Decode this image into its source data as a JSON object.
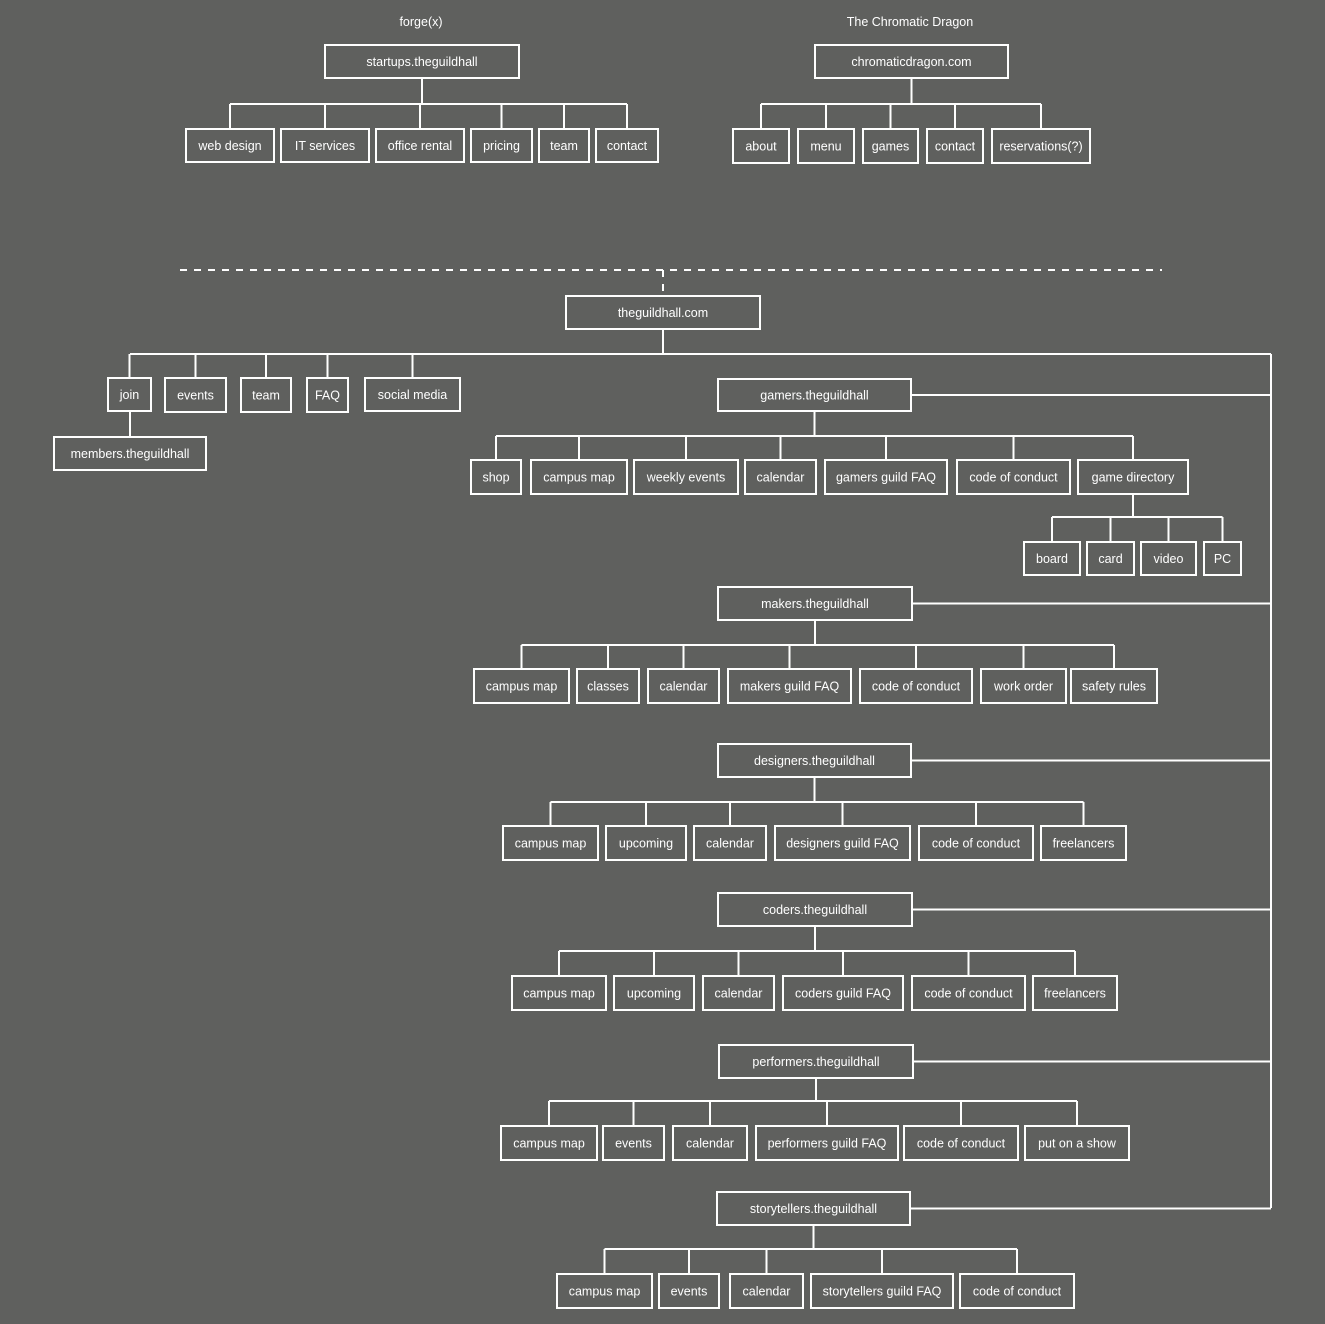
{
  "colors": {
    "background": "#5f605e",
    "line": "#ffffff",
    "text": "#ffffff"
  },
  "top_sites": [
    {
      "title": "forge(x)",
      "root": "startups.theguildhall",
      "children": [
        "web design",
        "IT services",
        "office rental",
        "pricing",
        "team",
        "contact"
      ]
    },
    {
      "title": "The Chromatic Dragon",
      "root": "chromaticdragon.com",
      "children": [
        "about",
        "menu",
        "games",
        "contact",
        "reservations(?)"
      ]
    }
  ],
  "main_site": {
    "root": "theguildhall.com",
    "pages": [
      "join",
      "events",
      "team",
      "FAQ",
      "social media"
    ],
    "join_child": "members.theguildhall",
    "subdomains": [
      {
        "name": "gamers.theguildhall",
        "children": [
          "shop",
          "campus map",
          "weekly events",
          "calendar",
          "gamers guild FAQ",
          "code of conduct",
          "game directory"
        ],
        "game_directory_children": [
          "board",
          "card",
          "video",
          "PC"
        ]
      },
      {
        "name": "makers.theguildhall",
        "children": [
          "campus map",
          "classes",
          "calendar",
          "makers guild FAQ",
          "code of conduct",
          "work order",
          "safety rules"
        ]
      },
      {
        "name": "designers.theguildhall",
        "children": [
          "campus map",
          "upcoming",
          "calendar",
          "designers guild FAQ",
          "code of conduct",
          "freelancers"
        ]
      },
      {
        "name": "coders.theguildhall",
        "children": [
          "campus map",
          "upcoming",
          "calendar",
          "coders guild FAQ",
          "code of conduct",
          "freelancers"
        ]
      },
      {
        "name": "performers.theguildhall",
        "children": [
          "campus map",
          "events",
          "calendar",
          "performers guild FAQ",
          "code of conduct",
          "put on a show"
        ]
      },
      {
        "name": "storytellers.theguildhall",
        "children": [
          "campus map",
          "events",
          "calendar",
          "storytellers guild FAQ",
          "code of conduct"
        ]
      }
    ]
  }
}
